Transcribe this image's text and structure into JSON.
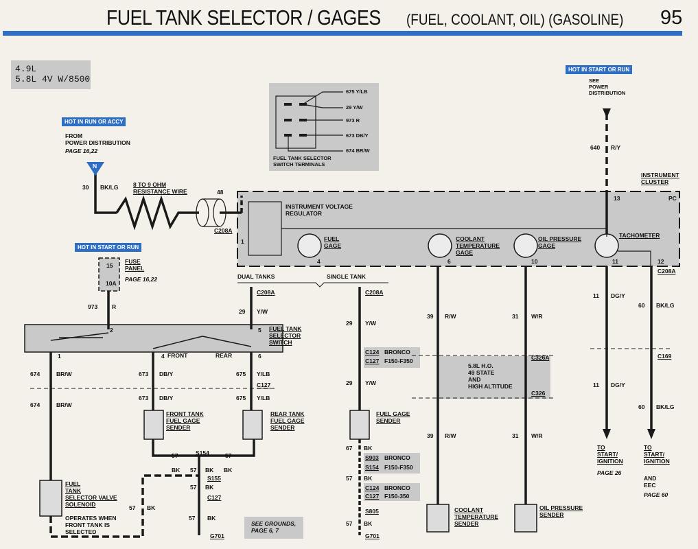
{
  "header": {
    "title": "FUEL TANK SELECTOR / GAGES",
    "subtitle": "(FUEL, COOLANT, OIL) (GASOLINE)",
    "page_number": "95"
  },
  "colors": {
    "accent": "#2e6fc4",
    "shading": "#c9c9c9",
    "wire": "#1a1a1a"
  },
  "engine_label": "4.9L\n5.8L 4V W/8500",
  "switch_terminals": {
    "wires": [
      "675 Y/LB",
      "29 Y/W",
      "973 R",
      "673 DB/Y",
      "674 BR/W"
    ],
    "caption": "FUEL TANK SELECTOR\nSWITCH TERMINALS"
  },
  "badges": {
    "run_accy": "HOT IN RUN OR ACCY",
    "start_run_left": "HOT IN START OR RUN",
    "start_run_right": "HOT IN START OR RUN"
  },
  "power": {
    "from_power": "FROM\nPOWER DISTRIBUTION",
    "from_page": "PAGE 16,22",
    "n_label": "N",
    "see_power": "SEE\nPOWER\nDISTRIBUTION",
    "w30_num": "30",
    "w30_color": "BK/LG",
    "resistance": "8 TO 9 OHM\nRESISTANCE WIRE",
    "w48": "48",
    "c208a": "C208A",
    "w640_num": "640",
    "w640_color": "R/Y"
  },
  "fuse": {
    "num": "15",
    "amp": "10A",
    "label": "FUSE\nPANEL",
    "page": "PAGE 16,22",
    "w973_num": "973",
    "w973_color": "R"
  },
  "cluster": {
    "title": "INSTRUMENT\nCLUSTER",
    "pc": "PC",
    "pin13": "13",
    "regulator": "INSTRUMENT VOLTAGE\nREGULATOR",
    "pin1": "1",
    "fuel_gage": "FUEL\nGAGE",
    "pin4": "4",
    "coolant_gage": "COOLANT\nTEMPERATURE\nGAGE",
    "pin6": "6",
    "oil_gage": "OIL PRESSURE\nGAGE",
    "pin10": "10",
    "tach": "TACHOMETER",
    "pin11": "11",
    "pin12": "12",
    "c208a": "C208A"
  },
  "tanks": {
    "dual": "DUAL TANKS",
    "single": "SINGLE TANK",
    "c208a_dual": "C208A",
    "c208a_single": "C208A",
    "w29_num": "29",
    "w29_color": "Y/W"
  },
  "selector": {
    "label": "FUEL TANK\nSELECTOR\nSWITCH",
    "pin1": "1",
    "pin2": "2",
    "pin4": "4",
    "pin5": "5",
    "pin6": "6",
    "front": "FRONT",
    "rear": "REAR"
  },
  "wires_left": {
    "w674": "674",
    "brw": "BR/W",
    "w673": "673",
    "dby": "DB/Y",
    "w675": "675",
    "ylb": "Y/LB",
    "c127": "C127"
  },
  "senders": {
    "front": "FRONT TANK\nFUEL GAGE\nSENDER",
    "rear": "REAR TANK\nFUEL GAGE\nSENDER",
    "fuel": "FUEL GAGE\nSENDER",
    "coolant": "COOLANT\nTEMPERATURE\nSENDER",
    "oil": "OIL PRESSURE\nSENDER"
  },
  "solenoid": {
    "label": "FUEL\nTANK\nSELECTOR VALVE\nSOLENOID",
    "note": "OPERATES WHEN\nFRONT TANK IS\nSELECTED"
  },
  "grounds": {
    "w57": "57",
    "bk": "BK",
    "s154": "S154",
    "s155": "S155",
    "c127": "C127",
    "g701": "G701",
    "see_grounds": "SEE GROUNDS,\nPAGE 6, 7"
  },
  "single_tank": {
    "c124": "C124",
    "bronco": "BRONCO",
    "c127": "C127",
    "f150_350": "F150-F350",
    "w67": "67",
    "s903": "S903",
    "s154": "S154",
    "bronco2": "BRONCO",
    "f150_350b": "F150-F350",
    "c124b": "C124",
    "bronco3": "BRONCO",
    "c127b": "C127",
    "f150_350c": "F150-350",
    "s805": "S805",
    "g701": "G701"
  },
  "coolant_oil": {
    "w39": "39",
    "rw": "R/W",
    "w31": "31",
    "wr": "W/R",
    "ho_note": "5.8L H.O.\n49 STATE\nAND\nHIGH ALTITUDE",
    "c326a": "C326A",
    "c326": "C326"
  },
  "tach_wires": {
    "w11": "11",
    "dgy": "DG/Y",
    "w60": "60",
    "bklg": "BK/LG",
    "c169": "C169",
    "to_start": "TO\nSTART/\nIGNITION",
    "page26": "PAGE 26",
    "and_eec": "AND\nEEC",
    "page60": "PAGE 60"
  }
}
